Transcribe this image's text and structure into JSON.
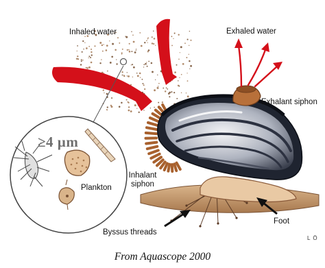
{
  "labels": {
    "inhaled_water": "Inhaled water",
    "exhaled_water": "Exhaled water",
    "exhalant_siphon": "Exhalant siphon",
    "inhalant_siphon_line1": "Inhalant",
    "inhalant_siphon_line2": "siphon",
    "plankton": "Plankton",
    "foot": "Foot",
    "byssus_threads": "Byssus threads",
    "size": "≥4 µm",
    "initials": "L Ö"
  },
  "caption": "From Aquascope 2000",
  "colors": {
    "arrow_red": "#d4101a",
    "shell_dark": "#2e3442",
    "siphon_brown": "#b8703a",
    "sediment": "#c79a6e",
    "particle": "#8a6a50"
  }
}
